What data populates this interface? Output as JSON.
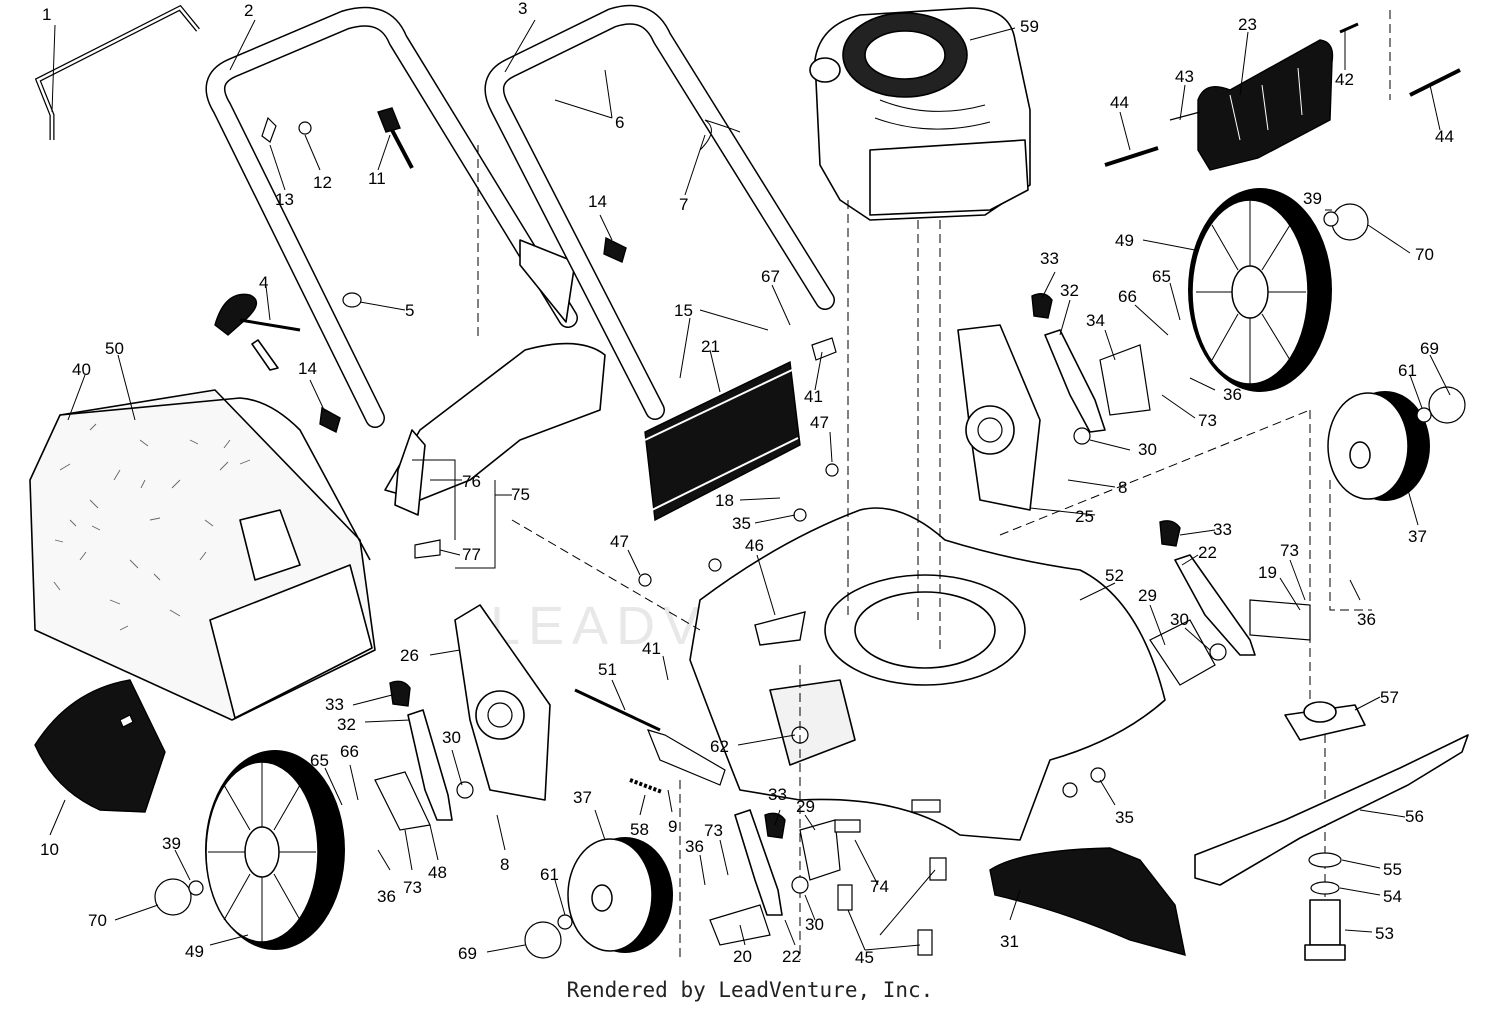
{
  "watermark": "LEADVENTURE",
  "footer": "Rendered by LeadVenture, Inc.",
  "callouts": [
    {
      "id": "1",
      "text": "1"
    },
    {
      "id": "2",
      "text": "2"
    },
    {
      "id": "3",
      "text": "3"
    },
    {
      "id": "59",
      "text": "59"
    },
    {
      "id": "23",
      "text": "23"
    },
    {
      "id": "42",
      "text": "42"
    },
    {
      "id": "43",
      "text": "43"
    },
    {
      "id": "44a",
      "text": "44"
    },
    {
      "id": "44b",
      "text": "44"
    },
    {
      "id": "6",
      "text": "6"
    },
    {
      "id": "13",
      "text": "13"
    },
    {
      "id": "12",
      "text": "12"
    },
    {
      "id": "11",
      "text": "11"
    },
    {
      "id": "7",
      "text": "7"
    },
    {
      "id": "14a",
      "text": "14"
    },
    {
      "id": "4",
      "text": "4"
    },
    {
      "id": "5",
      "text": "5"
    },
    {
      "id": "14b",
      "text": "14"
    },
    {
      "id": "67",
      "text": "67"
    },
    {
      "id": "15",
      "text": "15"
    },
    {
      "id": "21",
      "text": "21"
    },
    {
      "id": "41a",
      "text": "41"
    },
    {
      "id": "47a",
      "text": "47"
    },
    {
      "id": "33a",
      "text": "33"
    },
    {
      "id": "32a",
      "text": "32"
    },
    {
      "id": "34",
      "text": "34"
    },
    {
      "id": "66a",
      "text": "66"
    },
    {
      "id": "65a",
      "text": "65"
    },
    {
      "id": "49a",
      "text": "49"
    },
    {
      "id": "39a",
      "text": "39"
    },
    {
      "id": "70a",
      "text": "70"
    },
    {
      "id": "36a",
      "text": "36"
    },
    {
      "id": "73a",
      "text": "73"
    },
    {
      "id": "30a",
      "text": "30"
    },
    {
      "id": "8a",
      "text": "8"
    },
    {
      "id": "25",
      "text": "25"
    },
    {
      "id": "69a",
      "text": "69"
    },
    {
      "id": "61a",
      "text": "61"
    },
    {
      "id": "37a",
      "text": "37"
    },
    {
      "id": "50",
      "text": "50"
    },
    {
      "id": "40",
      "text": "40"
    },
    {
      "id": "76",
      "text": "76"
    },
    {
      "id": "75",
      "text": "75"
    },
    {
      "id": "77",
      "text": "77"
    },
    {
      "id": "18",
      "text": "18"
    },
    {
      "id": "35a",
      "text": "35"
    },
    {
      "id": "47b",
      "text": "47"
    },
    {
      "id": "46",
      "text": "46"
    },
    {
      "id": "52",
      "text": "52"
    },
    {
      "id": "33b",
      "text": "33"
    },
    {
      "id": "22a",
      "text": "22"
    },
    {
      "id": "73b",
      "text": "73"
    },
    {
      "id": "19",
      "text": "19"
    },
    {
      "id": "36b",
      "text": "36"
    },
    {
      "id": "29a",
      "text": "29"
    },
    {
      "id": "30b",
      "text": "30"
    },
    {
      "id": "26",
      "text": "26"
    },
    {
      "id": "41b",
      "text": "41"
    },
    {
      "id": "51",
      "text": "51"
    },
    {
      "id": "33c",
      "text": "33"
    },
    {
      "id": "32b",
      "text": "32"
    },
    {
      "id": "30c",
      "text": "30"
    },
    {
      "id": "65b",
      "text": "65"
    },
    {
      "id": "66b",
      "text": "66"
    },
    {
      "id": "62",
      "text": "62"
    },
    {
      "id": "57",
      "text": "57"
    },
    {
      "id": "10",
      "text": "10"
    },
    {
      "id": "39b",
      "text": "39"
    },
    {
      "id": "36c",
      "text": "36"
    },
    {
      "id": "73c",
      "text": "73"
    },
    {
      "id": "48",
      "text": "48"
    },
    {
      "id": "8b",
      "text": "8"
    },
    {
      "id": "58",
      "text": "58"
    },
    {
      "id": "9",
      "text": "9"
    },
    {
      "id": "37b",
      "text": "37"
    },
    {
      "id": "33d",
      "text": "33"
    },
    {
      "id": "29b",
      "text": "29"
    },
    {
      "id": "35b",
      "text": "35"
    },
    {
      "id": "56",
      "text": "56"
    },
    {
      "id": "70b",
      "text": "70"
    },
    {
      "id": "49b",
      "text": "49"
    },
    {
      "id": "61b",
      "text": "61"
    },
    {
      "id": "69b",
      "text": "69"
    },
    {
      "id": "36d",
      "text": "36"
    },
    {
      "id": "73d",
      "text": "73"
    },
    {
      "id": "20",
      "text": "20"
    },
    {
      "id": "22b",
      "text": "22"
    },
    {
      "id": "30d",
      "text": "30"
    },
    {
      "id": "74",
      "text": "74"
    },
    {
      "id": "45",
      "text": "45"
    },
    {
      "id": "31",
      "text": "31"
    },
    {
      "id": "55",
      "text": "55"
    },
    {
      "id": "54",
      "text": "54"
    },
    {
      "id": "53",
      "text": "53"
    }
  ]
}
